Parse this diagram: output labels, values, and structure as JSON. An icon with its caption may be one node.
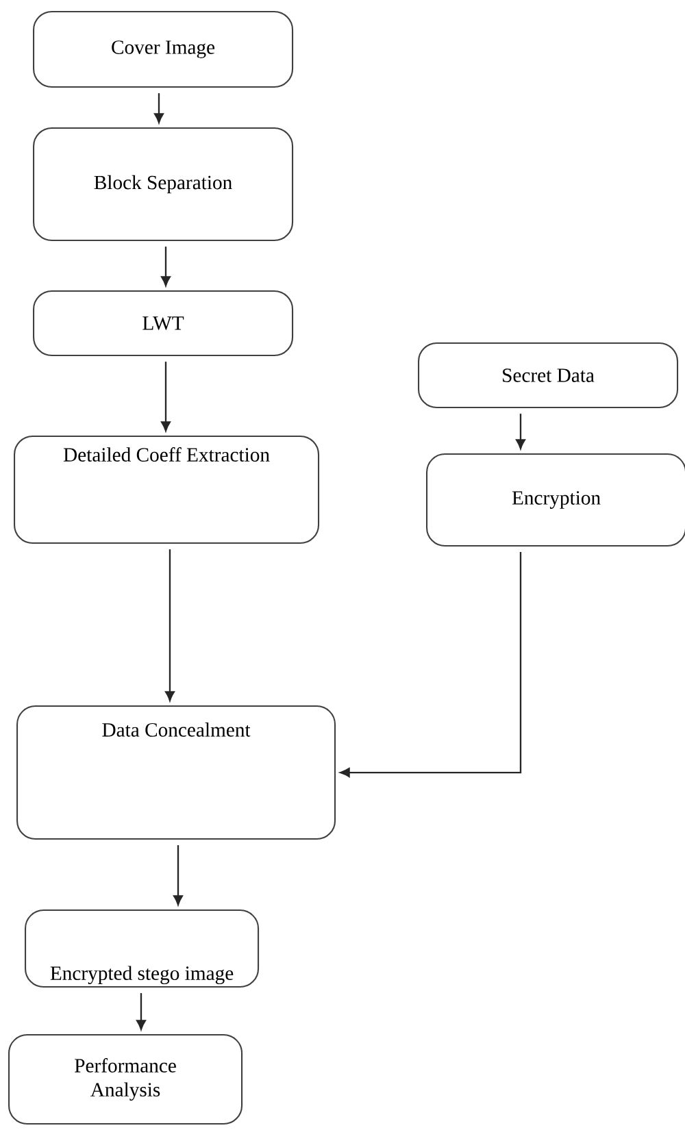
{
  "diagram": {
    "nodes": [
      {
        "text": [
          "Cover Image"
        ]
      },
      {
        "text": [
          "Block Separation"
        ]
      },
      {
        "text": [
          "LWT"
        ]
      },
      {
        "text": [
          "Secret Data"
        ]
      },
      {
        "text": [
          "Detailed Coeff Extraction"
        ]
      },
      {
        "text": [
          "Encryption"
        ]
      },
      {
        "text": [
          "Data Concealment"
        ]
      },
      {
        "text": [
          "Encrypted stego image"
        ]
      },
      {
        "text": [
          "Performance Analysis"
        ]
      }
    ],
    "edges": [
      {
        "from": 0,
        "to": 1,
        "arrow": "to"
      },
      {
        "from": 1,
        "to": 2,
        "arrow": "to"
      },
      {
        "from": 2,
        "to": 4,
        "arrow": "to"
      },
      {
        "from": 3,
        "to": 5,
        "arrow": "to"
      },
      {
        "from": 4,
        "to": 6,
        "arrow": "to"
      },
      {
        "from": 5,
        "to": 6,
        "arrow": "to"
      },
      {
        "from": 6,
        "to": 7,
        "arrow": "to"
      },
      {
        "from": 7,
        "to": 8,
        "arrow": "to"
      }
    ]
  }
}
